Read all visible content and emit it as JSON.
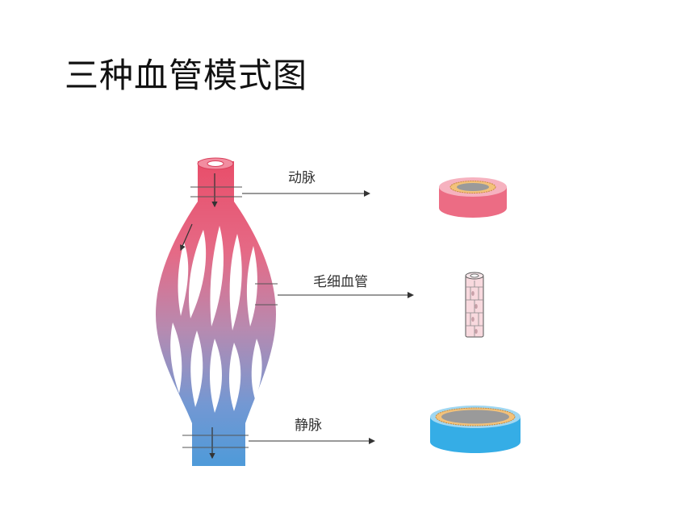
{
  "title": "三种血管模式图",
  "labels": {
    "artery": "动脉",
    "capillary": "毛细血管",
    "vein": "静脉"
  },
  "colors": {
    "artery": "#e8506a",
    "capillary_mid": "#b97aa6",
    "vein": "#4f9ad9",
    "artery_ring": "#ef7a8e",
    "vein_ring": "#3db1e6",
    "ring_inner": "#9a9a9a",
    "ring_lining": "#f3c27a",
    "pointer_line": "#333333"
  }
}
